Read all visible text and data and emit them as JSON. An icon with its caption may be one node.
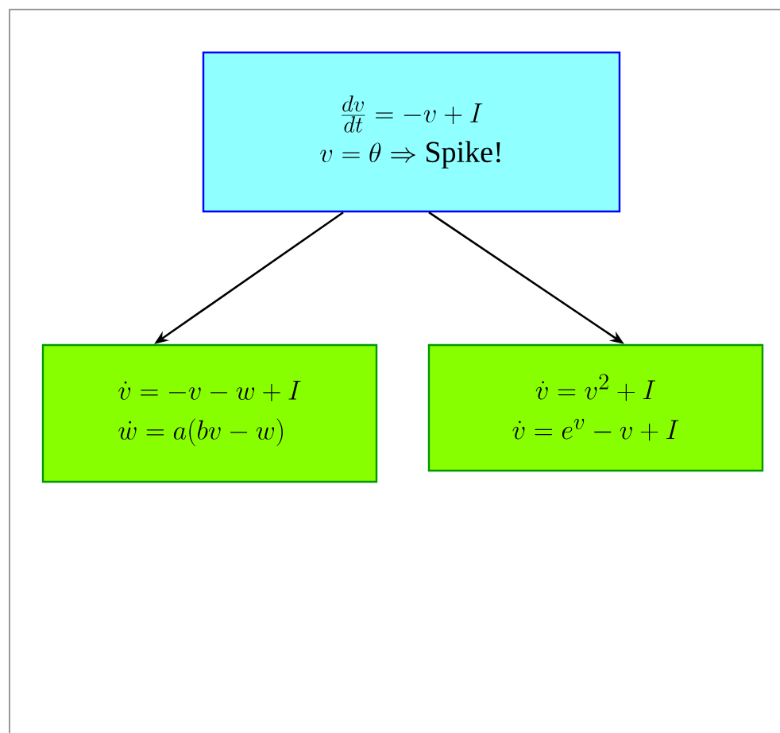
{
  "diagram": {
    "nodes": [
      {
        "text": [
          "\\frac{dv}{dt} = -v + I",
          "v = \\theta \\Rightarrow \\mbox{Spike!}"
        ]
      },
      {
        "text": [
          "\\dot{v} = -v - w + I",
          "\\dot{w} = a(bv - w)"
        ]
      },
      {
        "text": [
          "\\dot{v} = v^2 + I",
          "\\dot{v} = e^v - v + I"
        ]
      }
    ],
    "edges": [
      {
        "from": 0,
        "to": 1,
        "arrow": "to"
      },
      {
        "from": 0,
        "to": 2,
        "arrow": "to"
      }
    ]
  }
}
